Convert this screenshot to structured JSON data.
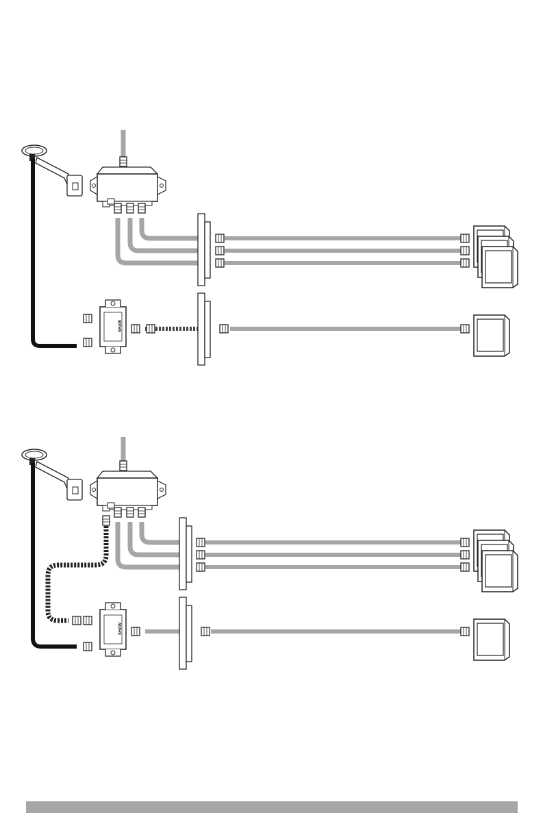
{
  "diagrams": [
    {
      "id": "top",
      "satellite_cable_style": "solid",
      "splitter_feed_style": "dotted",
      "splitter_brand": "SHAW"
    },
    {
      "id": "bottom",
      "satellite_cable_style": "solid",
      "splitter_feed_style": "dashed-from-multiswitch",
      "splitter_brand": "SHAW"
    }
  ],
  "colors": {
    "line": "#222222",
    "coax_gray": "#a6a6a6",
    "coax_black": "#111111",
    "footer_bar": "#a6a6a6"
  },
  "icons": [
    "satellite-dish-icon",
    "wall-bracket-icon",
    "multiswitch-icon",
    "splitter-icon",
    "tv-icon",
    "wall-plate-icon"
  ]
}
